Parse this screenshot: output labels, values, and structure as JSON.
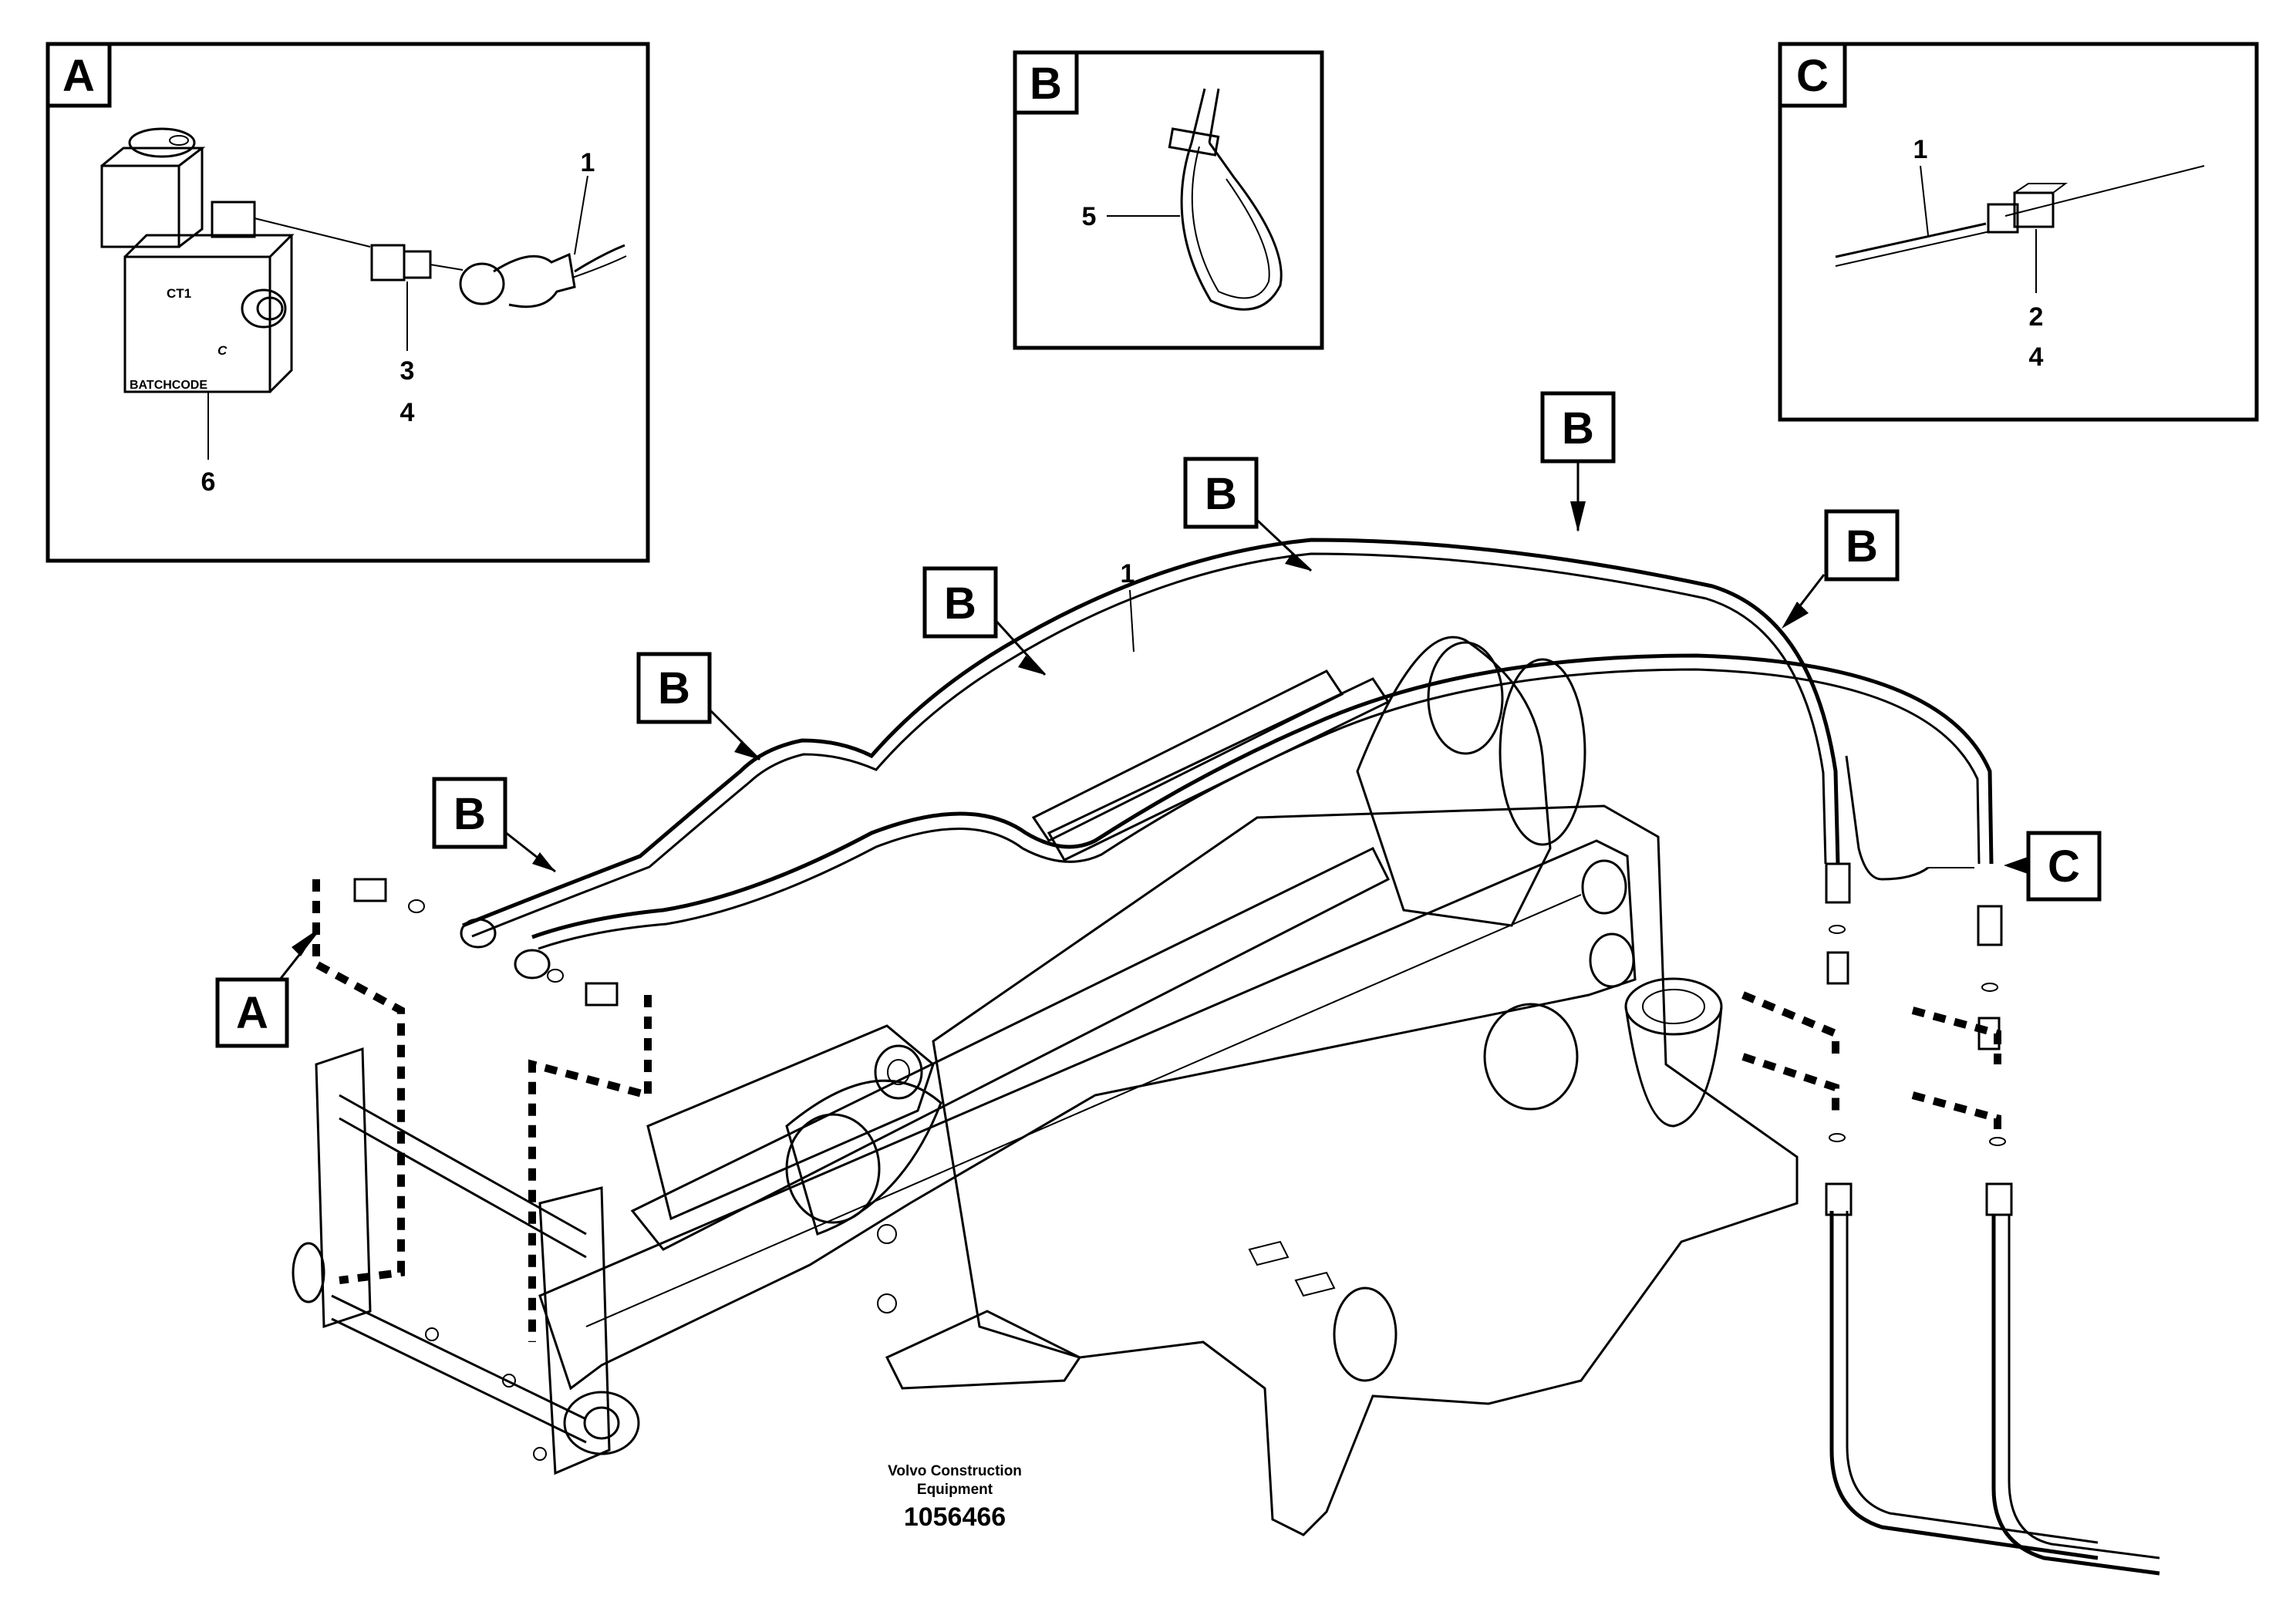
{
  "insets": {
    "a": {
      "letter": "A",
      "callouts": [
        "1",
        "3",
        "4",
        "6"
      ],
      "valve_markings": [
        "CT1",
        "C",
        "BATCHCODE"
      ]
    },
    "b": {
      "letter": "B",
      "callouts": [
        "5"
      ]
    },
    "c": {
      "letter": "C",
      "callouts": [
        "1",
        "2",
        "4"
      ]
    }
  },
  "main": {
    "hose_callout": "1",
    "detail_tags": {
      "b": "B",
      "a": "A",
      "c": "C"
    }
  },
  "footer": {
    "company_line1": "Volvo Construction",
    "company_line2": "Equipment",
    "figure_number": "1056466"
  }
}
